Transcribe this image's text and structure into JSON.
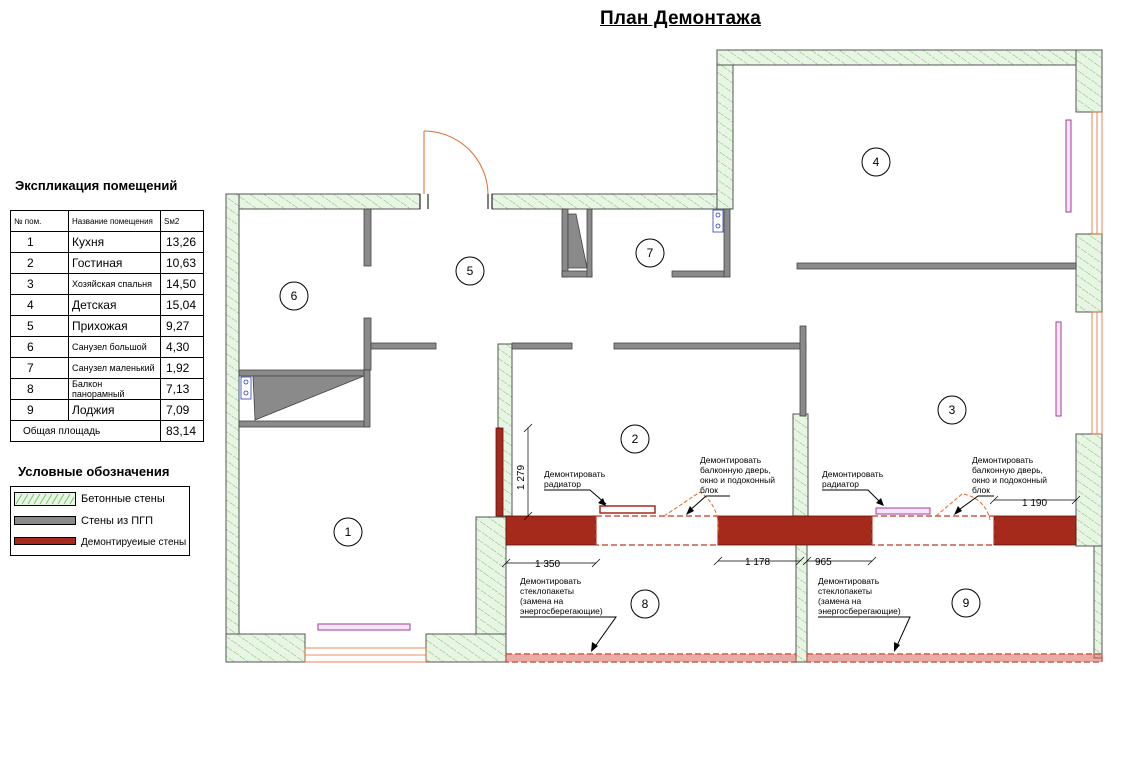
{
  "title": "План Демонтажа",
  "explication": {
    "title": "Экспликация помещений",
    "headers": [
      "№ пом.",
      "Название помещения",
      "Sм2"
    ],
    "rows": [
      {
        "num": "1",
        "name": "Кухня",
        "area": "13,26"
      },
      {
        "num": "2",
        "name": "Гостиная",
        "area": "10,63"
      },
      {
        "num": "3",
        "name": "Хозяйская спальня",
        "area": "14,50"
      },
      {
        "num": "4",
        "name": "Детская",
        "area": "15,04"
      },
      {
        "num": "5",
        "name": "Прихожая",
        "area": "9,27"
      },
      {
        "num": "6",
        "name": "Санузел большой",
        "area": "4,30"
      },
      {
        "num": "7",
        "name": "Санузел маленький",
        "area": "1,92"
      },
      {
        "num": "8",
        "name": "Балкон панорамный",
        "area": "7,13"
      },
      {
        "num": "9",
        "name": "Лоджия",
        "area": "7,09"
      }
    ],
    "total_label": "Общая площадь",
    "total_value": "83,14"
  },
  "legend": {
    "title": "Условные обозначения",
    "items": [
      {
        "label": "Бетонные стены",
        "color": "#e8f5e4"
      },
      {
        "label": "Стены из ПГП",
        "color": "#8a8a8a"
      },
      {
        "label": "Демонтируеиые стены",
        "color": "#a52a1c"
      }
    ]
  },
  "rooms": [
    "1",
    "2",
    "3",
    "4",
    "5",
    "6",
    "7",
    "8",
    "9"
  ],
  "annotations": {
    "radiator_1": [
      "Демонтировать",
      "радиатор"
    ],
    "balcony_door_1": [
      "Демонтировать",
      "балконную дверь,",
      "окно и подоконный",
      "блок"
    ],
    "radiator_2": [
      "Демонтировать",
      "радиатор"
    ],
    "balcony_door_2": [
      "Демонтировать",
      "балконную дверь,",
      "окно и подоконный",
      "блок"
    ],
    "glazing_8": [
      "Демонтировать",
      "стеклопакеты",
      "(замена на",
      "энергосберегающие)"
    ],
    "glazing_9": [
      "Демонтировать",
      "стеклопакеты",
      "(замена на",
      "энергосберегающие)"
    ]
  },
  "dimensions": {
    "d1279": "1 279",
    "d1350": "1 350",
    "d1178": "1 178",
    "d965": "965",
    "d1190": "1 190"
  },
  "colors": {
    "concrete": "#e8f5e4",
    "hatch": "#6cbf5e",
    "pgp": "#8a8a8a",
    "demolish": "#a52a1c",
    "door": "#e06a2a",
    "radiator": "#a83a9a"
  }
}
